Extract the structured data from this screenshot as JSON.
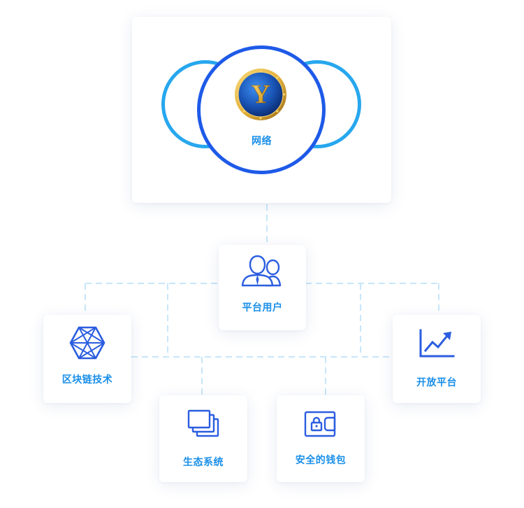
{
  "network": {
    "label": "网络",
    "logo_letter": "Y"
  },
  "nodes": {
    "platform_users": {
      "label": "平台用户",
      "icon": "users-icon"
    },
    "blockchain": {
      "label": "区块链技术",
      "icon": "hexagon-network-icon"
    },
    "ecosystem": {
      "label": "生态系统",
      "icon": "stacked-windows-icon"
    },
    "wallet": {
      "label": "安全的钱包",
      "icon": "wallet-lock-icon"
    },
    "open_platform": {
      "label": "开放平台",
      "icon": "trend-chart-icon"
    }
  },
  "colors": {
    "label_blue": "#1a8fe8",
    "icon_blue": "#2b5de0",
    "ring_light": "#27a7ee",
    "ring_dark": "#1e5ae8",
    "connector": "#c7e6fa",
    "coin_gold": "#e5b23c",
    "coin_blue": "#1a56b8"
  }
}
